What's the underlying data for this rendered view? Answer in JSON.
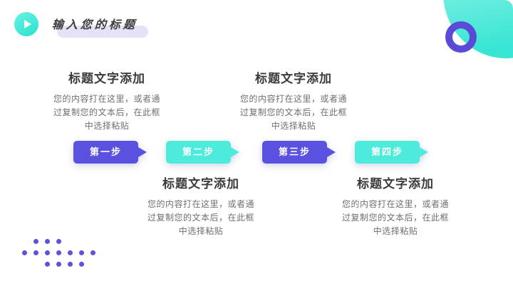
{
  "header": {
    "title": "输入您的标题",
    "play_icon": "play-icon"
  },
  "steps": [
    {
      "label": "第一步",
      "color": "#5b51e0"
    },
    {
      "label": "第二步",
      "color": "#4debdb"
    },
    {
      "label": "第三步",
      "color": "#5b51e0"
    },
    {
      "label": "第四步",
      "color": "#4debdb"
    }
  ],
  "blocks": [
    {
      "heading": "标题文字添加",
      "lines": [
        "您的内容打在这里，或者通",
        "过复制您的文本后，在此框",
        "中选择粘贴"
      ]
    },
    {
      "heading": "标题文字添加",
      "lines": [
        "您的内容打在这里，或者通",
        "过复制您的文本后，在此框",
        "中选择粘贴"
      ]
    },
    {
      "heading": "标题文字添加",
      "lines": [
        "您的内容打在这里，或者通",
        "过复制您的文本后，在此框",
        "中选择粘贴"
      ]
    },
    {
      "heading": "标题文字添加",
      "lines": [
        "您的内容打在这里，或者通",
        "过复制您的文本后，在此框",
        "中选择粘贴"
      ]
    }
  ],
  "decor": {
    "title_highlight": "#e4e2f6",
    "blob_top": "#97f5ea",
    "blob_bottom": "#38e5d3",
    "ring_color": "#5b4ad8",
    "dot_color": "#5b52d9",
    "text_dark": "#3b3b3b",
    "text_gray": "#6f6f6f"
  }
}
